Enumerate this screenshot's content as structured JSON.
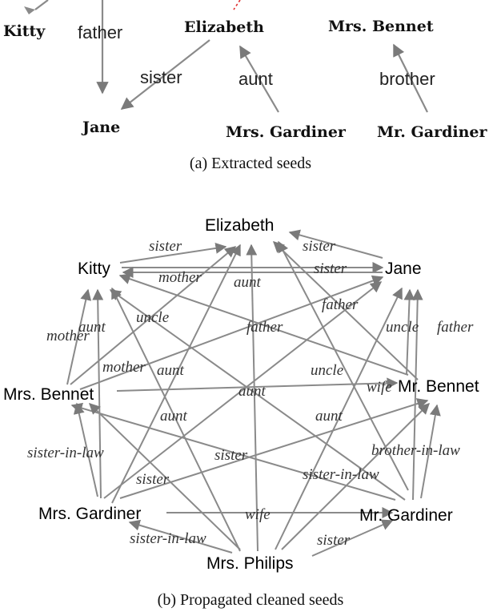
{
  "top": {
    "nodes": {
      "kitty": "Kitty",
      "elizabeth": "Elizabeth",
      "mrs_bennet": "Mrs. Bennet",
      "jane": "Jane",
      "mrs_gardiner": "Mrs. Gardiner",
      "mr_gardiner": "Mr. Gardiner"
    },
    "edges": {
      "father": "father",
      "sister": "sister",
      "aunt": "aunt",
      "brother": "brother"
    },
    "caption": "(a) Extracted seeds"
  },
  "bottom": {
    "nodes": {
      "elizabeth": "Elizabeth",
      "kitty": "Kitty",
      "jane": "Jane",
      "mrs_bennet": "Mrs. Bennet",
      "mr_bennet": "Mr. Bennet",
      "mrs_gardiner": "Mrs. Gardiner",
      "mr_gardiner": "Mr. Gardiner",
      "mrs_philips": "Mrs. Philips"
    },
    "edge_labels": [
      "sister",
      "sister",
      "sister",
      "mother",
      "aunt",
      "father",
      "mother",
      "aunt",
      "uncle",
      "father",
      "uncle",
      "father",
      "mother",
      "aunt",
      "uncle",
      "aunt",
      "wife",
      "aunt",
      "aunt",
      "sister-in-law",
      "sister",
      "brother-in-law",
      "sister",
      "sister-in-law",
      "wife",
      "sister-in-law",
      "sister"
    ],
    "caption": "(b) Propagated cleaned seeds"
  }
}
